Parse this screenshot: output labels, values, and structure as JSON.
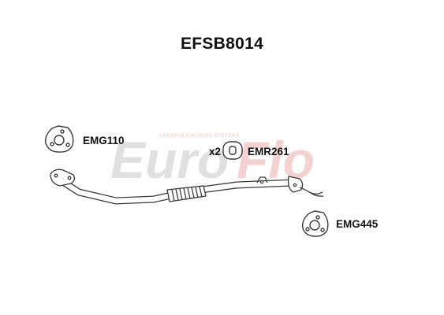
{
  "title": "EFSB8014",
  "watermark": {
    "brand_part1": "Euro",
    "brand_part2": "Flo",
    "tagline": "PREMIUM EMISSION SYSTEMS",
    "color_grey": "#e0e0e0",
    "color_red": "#f5d2d2"
  },
  "parts": [
    {
      "code": "EMG110",
      "type": "gasket"
    },
    {
      "code": "EMR261",
      "type": "rubber-mount",
      "quantity_label": "x2"
    },
    {
      "code": "EMG445",
      "type": "gasket"
    }
  ],
  "colors": {
    "line": "#3a3a3a",
    "pipe_fill": "#ffffff"
  }
}
